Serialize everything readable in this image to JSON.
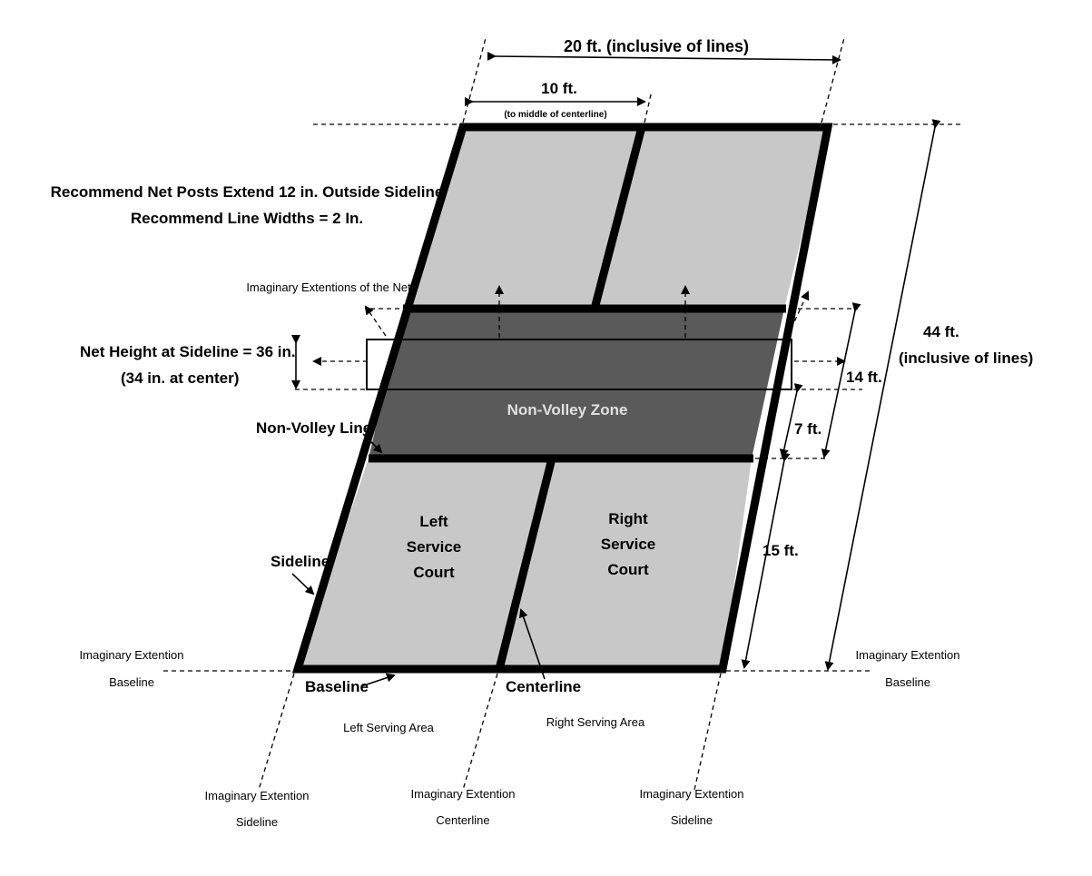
{
  "dimensions": {
    "width_20": "20 ft. (inclusive of lines)",
    "width_10": "10 ft.",
    "width_10_note": "(to middle of centerline)",
    "length_44": "44 ft.",
    "length_44_note": "(inclusive of lines)",
    "nvz_14": "14 ft.",
    "nvz_7": "7 ft.",
    "service_15": "15 ft."
  },
  "notes": {
    "net_posts": "Recommend Net Posts Extend 12 in. Outside Sideline",
    "line_widths": "Recommend Line Widths = 2 In.",
    "net_extension": "Imaginary Extentions of the Net",
    "net_height_1": "Net Height at Sideline = 36 in.",
    "net_height_2": "(34 in. at center)"
  },
  "court": {
    "nvz": "Non-Volley Zone",
    "left_service": [
      "Left",
      "Service",
      "Court"
    ],
    "right_service": [
      "Right",
      "Service",
      "Court"
    ]
  },
  "lines": {
    "non_volley_line": "Non-Volley Line",
    "sideline": "Sideline",
    "baseline": "Baseline",
    "centerline": "Centerline"
  },
  "extensions": {
    "left_baseline": [
      "Imaginary Extention",
      "Baseline"
    ],
    "right_baseline": [
      "Imaginary Extention",
      "Baseline"
    ],
    "left_sideline": [
      "Imaginary Extention",
      "Sideline"
    ],
    "centerline": [
      "Imaginary Extention",
      "Centerline"
    ],
    "right_sideline": [
      "Imaginary Extention",
      "Sideline"
    ]
  },
  "areas": {
    "left_serving": "Left Serving Area",
    "right_serving": "Right Serving Area"
  },
  "colors": {
    "court_fill": "#c8c8c8",
    "nvz_fill": "#5a5a5a",
    "nvz_text": "#e0e0e0",
    "line": "#000000"
  }
}
